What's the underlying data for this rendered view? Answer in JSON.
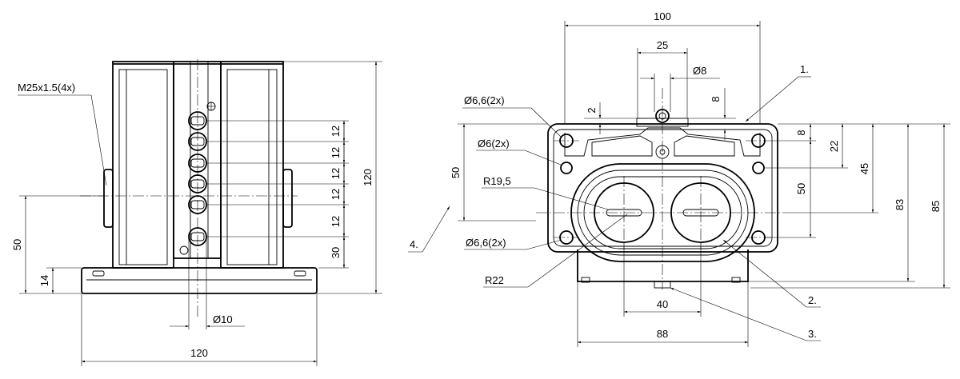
{
  "side_view": {
    "thread_callout": "M25x1.5(4x)",
    "dim_height_total": "120",
    "dim_led_pitch": [
      "12",
      "12",
      "12",
      "12",
      "12"
    ],
    "dim_bottom_led": "30",
    "dim_axis_height": "50",
    "dim_base_height": "14",
    "dim_led_diameter": "Ø10",
    "dim_width": "120"
  },
  "front_view": {
    "dim_width_top": "100",
    "dim_width_25": "25",
    "dim_diameter_8": "Ø8",
    "dim_2": "2",
    "dim_8_top": "8",
    "dim_8_right": "8",
    "dim_22": "22",
    "dim_45": "45",
    "dim_50_right": "50",
    "dim_83": "83",
    "dim_85": "85",
    "dim_50_left": "50",
    "hole_66_top": "Ø6,6(2x)",
    "hole_6": "Ø6(2x)",
    "radius_195": "R19,5",
    "hole_66_bottom": "Ø6,6(2x)",
    "radius_22": "R22",
    "dim_40": "40",
    "dim_88": "88",
    "callout_1": "1.",
    "callout_2": "2.",
    "callout_3": "3.",
    "callout_4": "4."
  }
}
